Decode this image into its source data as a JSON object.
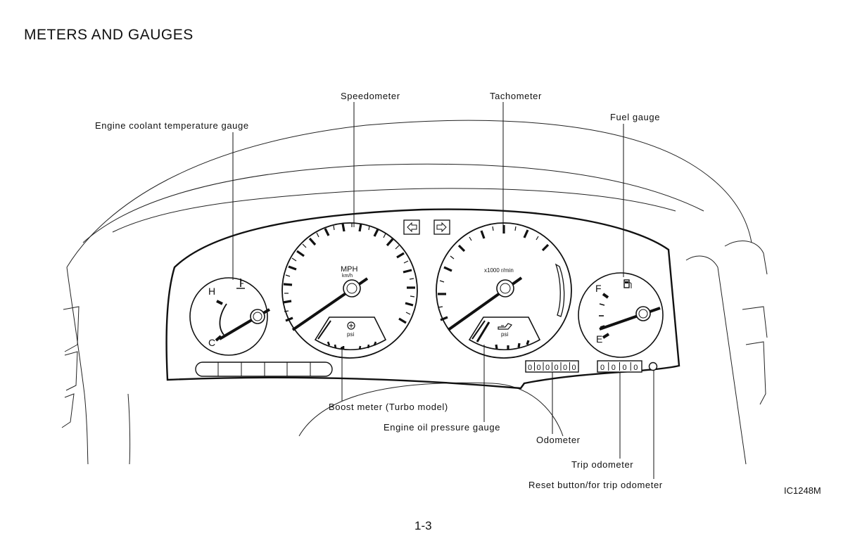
{
  "page": {
    "title": "METERS AND GAUGES",
    "figure_code": "IC1248M",
    "page_number": "1-3"
  },
  "callouts": {
    "speedometer": "Speedometer",
    "tachometer": "Tachometer",
    "fuel_gauge": "Fuel gauge",
    "coolant_gauge": "Engine coolant temperature gauge",
    "boost_meter": "Boost meter (Turbo model)",
    "oil_pressure_gauge": "Engine oil pressure gauge",
    "odometer": "Odometer",
    "trip_odometer": "Trip odometer",
    "reset_button": "Reset button/for trip odometer"
  },
  "dial_text": {
    "speed_unit": "MPH",
    "speed_unit_metric": "km/h",
    "tach_unit": "x1000 r/min",
    "psi_boost": "psi",
    "psi_oil": "psi",
    "temp_hot": "H",
    "temp_cold": "C",
    "fuel_full": "F",
    "fuel_empty": "E",
    "odometer_digits": [
      "0",
      "0",
      "0",
      "0",
      "0",
      "0"
    ],
    "trip_digits": [
      "0",
      "0",
      "0",
      "0"
    ]
  },
  "icons": {
    "coolant": "thermometer-icon",
    "fuel": "fuel-pump-icon",
    "boost": "turbo-icon",
    "oil": "oil-can-icon",
    "turn_left": "turn-signal-left-icon",
    "turn_right": "turn-signal-right-icon"
  }
}
